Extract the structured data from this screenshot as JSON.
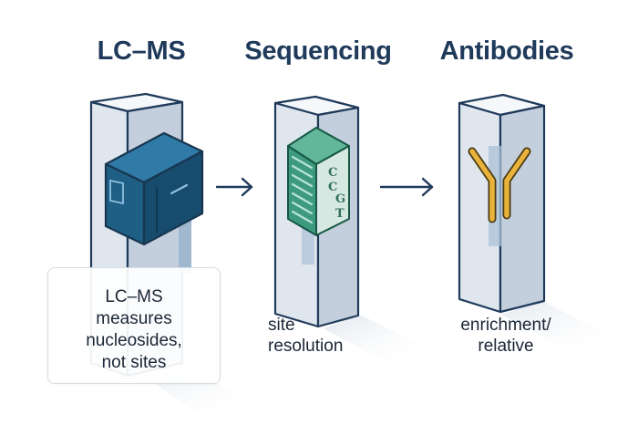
{
  "columns": [
    {
      "title": "LC–MS",
      "caption_lines": [
        "LC–MS",
        "measures",
        "nucleosides,",
        "not sites"
      ],
      "icon": "mass-spectrometer-icon"
    },
    {
      "title": "Sequencing",
      "caption_lines": [
        "site",
        "resolution"
      ],
      "icon": "sequence-chip-icon",
      "chip_letters": "C\nC\nG\nT"
    },
    {
      "title": "Antibodies",
      "caption_lines": [
        "enrichment/",
        "relative"
      ],
      "icon": "antibody-icon"
    }
  ],
  "arrows": [
    "arrow-right-icon",
    "arrow-right-icon"
  ],
  "colors": {
    "title": "#1f3a5a",
    "pillar_front": "#dfe6ee",
    "pillar_side": "#c3cfdc",
    "pillar_stripe": "#9fb8cf",
    "instrument": "#1f5f86",
    "chip": "#3e9a7e",
    "antibody": "#e8b23c",
    "arrow": "#1f3a5a"
  }
}
